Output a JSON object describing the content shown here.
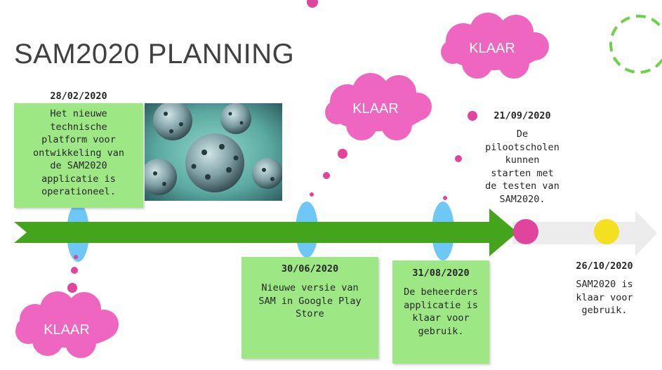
{
  "title": "SAM2020 PLANNING",
  "colors": {
    "arrow_green": "#44a51c",
    "box_green": "#9de884",
    "cloud_pink": "#ee66c0",
    "ellipse_blue": "#6ec8f5",
    "dot_pink": "#e0449c",
    "dot_yellow": "#f4e021",
    "arrow_grey": "#ececec",
    "dashed_circle": "#6cd24a"
  },
  "milestones": [
    {
      "date": "28/02/2020",
      "text": "Het nieuwe\ntechnische\nplatform voor\nontwikkeling van\nde SAM2020\napplicatie is\noperationeel.",
      "status": "KLAAR"
    },
    {
      "date": "30/06/2020",
      "text": "Nieuwe versie van\nSAM in Google Play\nStore",
      "status": "KLAAR"
    },
    {
      "date": "31/08/2020",
      "text": "De beheerders\napplicatie is\nklaar voor\ngebruik.",
      "status": "KLAAR"
    },
    {
      "date": "21/09/2020",
      "text": "De\npilootscholen\nkunnen\nstarten met\nde testen van\nSAM2020."
    },
    {
      "date": "26/10/2020",
      "text": "SAM2020 is\nklaar voor\ngebruik."
    }
  ],
  "photo": {
    "icon": "coronavirus-photo"
  }
}
